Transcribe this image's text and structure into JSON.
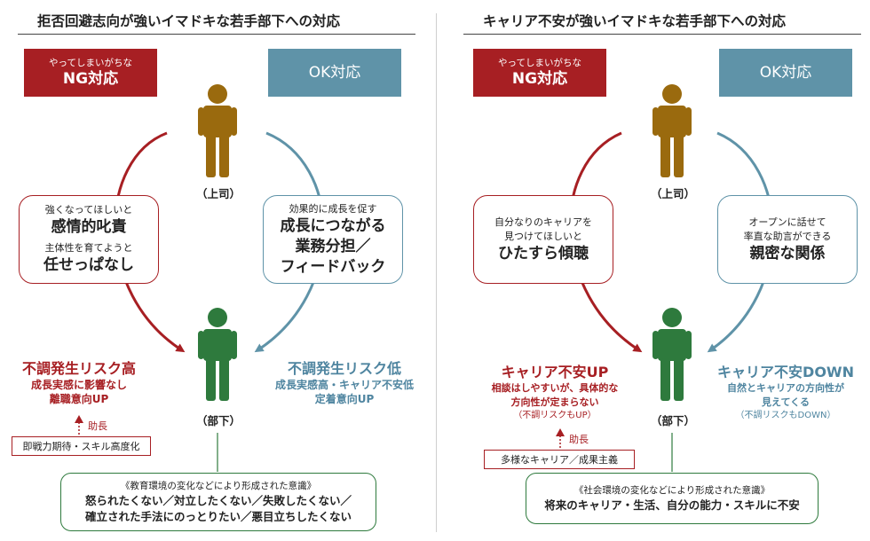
{
  "left": {
    "title": "拒否回避志向が強いイマドキな若手部下への対応",
    "ng_tag": {
      "small": "やってしまいがちな",
      "big": "NG対応"
    },
    "ok_tag": {
      "big": "OK対応"
    },
    "boss_label": "（上司）",
    "sub_label": "（部下）",
    "ng_box": {
      "line1": "強くなってほしいと",
      "line2": "感情的叱責",
      "line3": "主体性を育てようと",
      "line4": "任せっぱなし"
    },
    "ok_box": {
      "line1": "効果的に成長を促す",
      "line2": "成長につながる",
      "line3": "業務分担／",
      "line4": "フィードバック"
    },
    "risk_high": {
      "title": "不調発生リスク高",
      "line1": "成長実感に影響なし",
      "line2": "離職意向UP"
    },
    "risk_low": {
      "title": "不調発生リスク低",
      "line1": "成長実感高・キャリア不安低",
      "line2": "定着意向UP"
    },
    "promote_label": "助長",
    "factor": "即戦力期待・スキル高度化",
    "bottom": {
      "heading": "《教育環境の変化などにより形成された意識》",
      "line1": "怒られたくない／対立したくない／失敗したくない／",
      "line2": "確立された手法にのっとりたい／悪目立ちしたくない"
    }
  },
  "right": {
    "title": "キャリア不安が強いイマドキな若手部下への対応",
    "ng_tag": {
      "small": "やってしまいがちな",
      "big": "NG対応"
    },
    "ok_tag": {
      "big": "OK対応"
    },
    "boss_label": "（上司）",
    "sub_label": "（部下）",
    "ng_box": {
      "line1": "自分なりのキャリアを",
      "line2": "見つけてほしいと",
      "line3": "ひたすら傾聴"
    },
    "ok_box": {
      "line1": "オープンに話せて",
      "line2": "率直な助言ができる",
      "line3": "親密な関係"
    },
    "risk_up": {
      "title": "キャリア不安UP",
      "line1": "相談はしやすいが、具体的な",
      "line2": "方向性が定まらない",
      "line3": "（不調リスクもUP）"
    },
    "risk_down": {
      "title": "キャリア不安DOWN",
      "line1": "自然とキャリアの方向性が",
      "line2": "見えてくる",
      "line3": "（不調リスクもDOWN）"
    },
    "promote_label": "助長",
    "factor": "多様なキャリア／成果主義",
    "bottom": {
      "heading": "《社会環境の変化などにより形成された意識》",
      "line1": "将来のキャリア・生活、自分の能力・スキルに不安"
    }
  },
  "colors": {
    "ng_red": "#a71f23",
    "ok_blue": "#5f93a8",
    "boss_brown": "#9a6a0e",
    "sub_green": "#2e7a3d"
  },
  "icons": {
    "boss": "person-icon",
    "subordinate": "person-icon"
  }
}
